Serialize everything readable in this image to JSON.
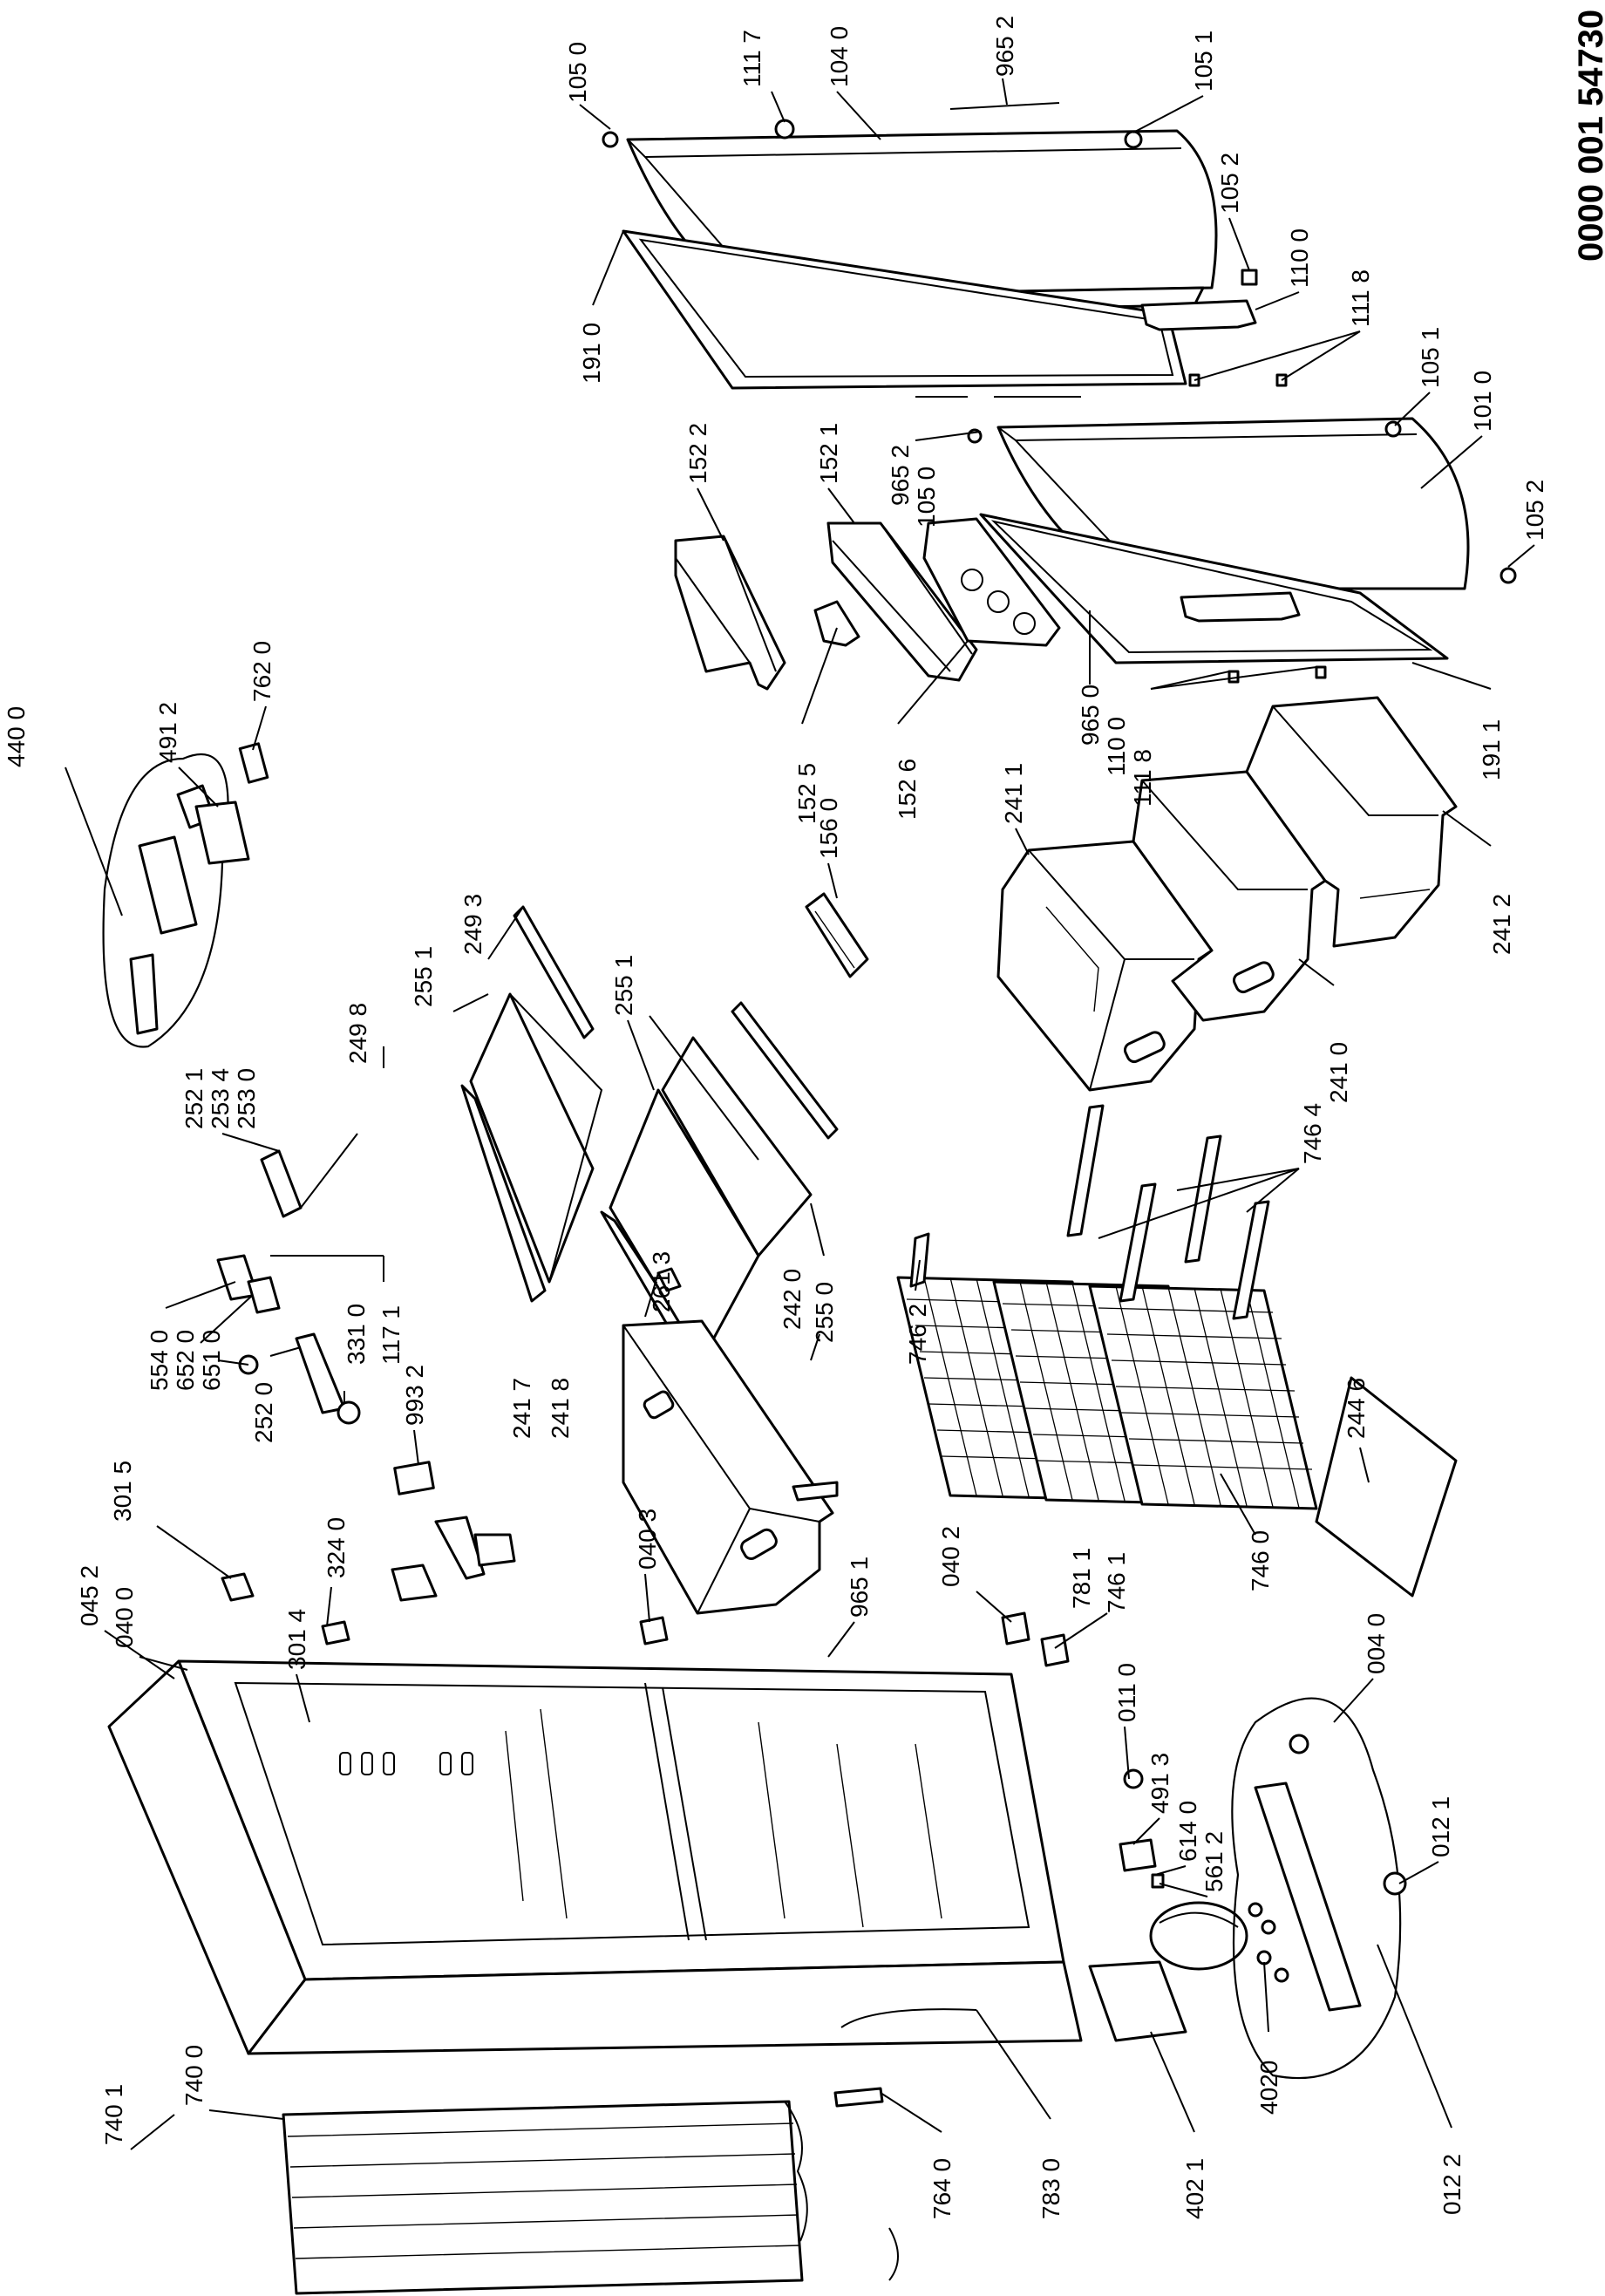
{
  "document_number": "0000 001 54730",
  "labels": {
    "p105_0_top": "105 0",
    "p111_7": "111 7",
    "p104_0": "104 0",
    "p965_2_top": "965 2",
    "p105_1_top": "105 1",
    "p105_2_top": "105 2",
    "p110_0_top": "110 0",
    "p111_8_top": "111 8",
    "p191_0": "191 0",
    "p105_1_mid": "105 1",
    "p101_0": "101 0",
    "p105_2_mid": "105 2",
    "p152_2": "152 2",
    "p152_1": "152 1",
    "p965_2_mid": "965 2",
    "p105_0_mid": "105 0",
    "p965_0": "965 0",
    "p110_0_mid": "110 0",
    "p111_8_mid": "111 8",
    "p191_1": "191 1",
    "p152_5": "152 5",
    "p152_6": "152 6",
    "p440_0": "440 0",
    "p491_2": "491 2",
    "p762_0": "762 0",
    "p156_0": "156 0",
    "p241_1": "241 1",
    "p241_2": "241 2",
    "p241_0": "241 0",
    "p249_3": "249 3",
    "p255_1_a": "255 1",
    "p249_8": "249 8",
    "p255_1_b": "255 1",
    "p252_1": "252 1",
    "p253_4": "253 4",
    "p253_0": "253 0",
    "p117_1": "117 1",
    "p255_0": "255 0",
    "p746_4": "746 4",
    "p554_0": "554 0",
    "p652_0": "652 0",
    "p651_0": "651 0",
    "p252_0": "252 0",
    "p331_0": "331 0",
    "p261_3": "261 3",
    "p242_0": "242 0",
    "p746_2": "746 2",
    "p993_2": "993 2",
    "p241_7": "241 7",
    "p241_8": "241 8",
    "p244_6": "244 6",
    "p301_5": "301 5",
    "p324_0": "324 0",
    "p040_3": "040 3",
    "p965_1": "965 1",
    "p040_2": "040 2",
    "p781_1": "781 1",
    "p746_1": "746 1",
    "p746_0": "746 0",
    "p045_2": "045 2",
    "p040_0": "040 0",
    "p301_4": "301 4",
    "p011_0": "011 0",
    "p491_3": "491 3",
    "p614_0": "614 0",
    "p561_2": "561 2",
    "p004_0": "004 0",
    "p012_1": "012 1",
    "p740_1": "740 1",
    "p740_0": "740 0",
    "p783_0": "783 0",
    "p764_0": "764 0",
    "p402_1": "402 1",
    "p4020": "4020",
    "p012_2": "012 2"
  }
}
